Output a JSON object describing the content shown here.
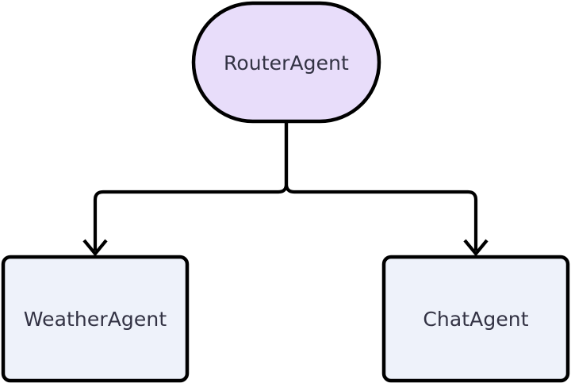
{
  "diagram": {
    "type": "flowchart",
    "direction": "top-down",
    "background_color": "#ffffff",
    "nodes": [
      {
        "id": "router",
        "label": "RouterAgent",
        "shape": "stadium",
        "fill_color": "#e8ddfa",
        "stroke_color": "#000000",
        "text_color": "#333344"
      },
      {
        "id": "weather",
        "label": "WeatherAgent",
        "shape": "rounded-rect",
        "fill_color": "#eef2fa",
        "stroke_color": "#000000",
        "text_color": "#333344"
      },
      {
        "id": "chat",
        "label": "ChatAgent",
        "shape": "rounded-rect",
        "fill_color": "#eef2fa",
        "stroke_color": "#000000",
        "text_color": "#333344"
      }
    ],
    "edges": [
      {
        "id": "router-to-weather",
        "from": "router",
        "to": "weather",
        "style": "orthogonal",
        "arrowhead": "open-v",
        "label": ""
      },
      {
        "id": "router-to-chat",
        "from": "router",
        "to": "chat",
        "style": "orthogonal",
        "arrowhead": "open-v",
        "label": ""
      }
    ]
  }
}
